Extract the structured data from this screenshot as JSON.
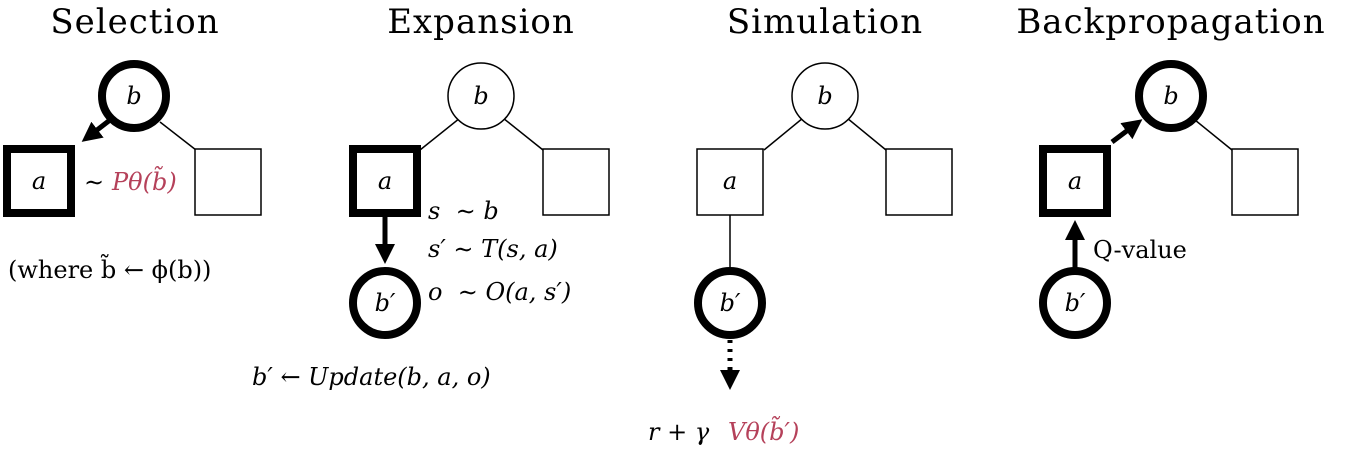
{
  "titles": {
    "selection": "Selection",
    "expansion": "Expansion",
    "simulation": "Simulation",
    "backpropagation": "Backpropagation"
  },
  "nodes": {
    "b": "b",
    "a": "a",
    "b_prime": "b′"
  },
  "selection": {
    "policy_prefix": "∼",
    "policy": "Pθ(b̃)",
    "where_note": "(where b̃ ← ϕ(b))"
  },
  "expansion": {
    "line1": "s  ∼ b",
    "line2": "s′ ∼ T(s, a)",
    "line3": "o  ∼ O(a, s′)",
    "update": "b′ ← Update(b, a, o)"
  },
  "simulation": {
    "rollout_prefix": "r + γ",
    "value": "Vθ(b̃′)"
  },
  "backpropagation": {
    "q_label": "Q-value"
  },
  "colors": {
    "accent_red": "#b5415a",
    "stroke": "#000000"
  }
}
